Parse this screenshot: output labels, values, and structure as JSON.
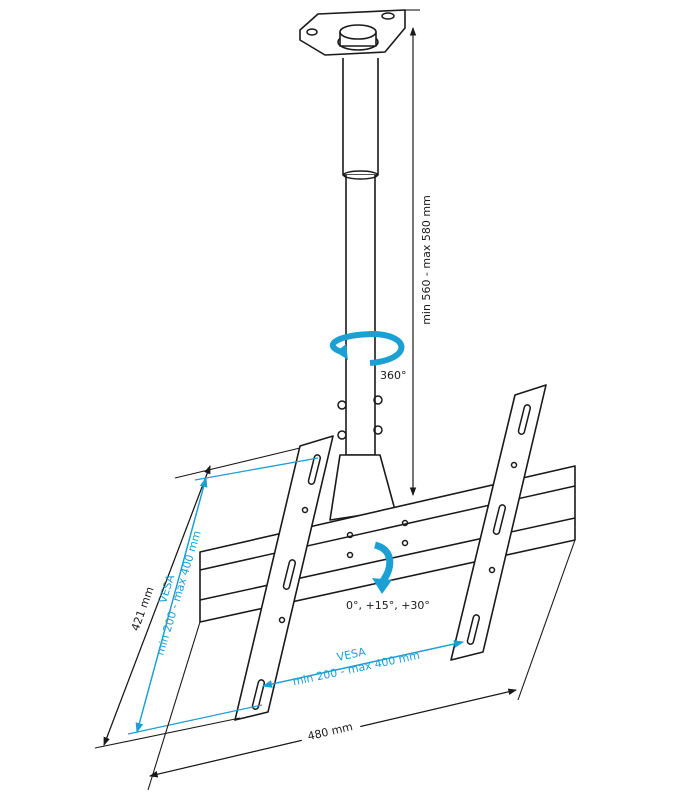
{
  "labels": {
    "height_range": "min 560 - max 580 mm",
    "rotation": "360°",
    "tilt": "0°, +15°, +30°",
    "height_total": "421 mm",
    "vesa_vertical_title": "VESA",
    "vesa_vertical_range": "min 200 - max 400 mm",
    "vesa_horizontal_title": "VESA",
    "vesa_horizontal_range": "min 200 - max 400 mm",
    "width_total": "480 mm"
  },
  "colors": {
    "accent": "#1c9fd3",
    "line": "#1a1a1a"
  }
}
